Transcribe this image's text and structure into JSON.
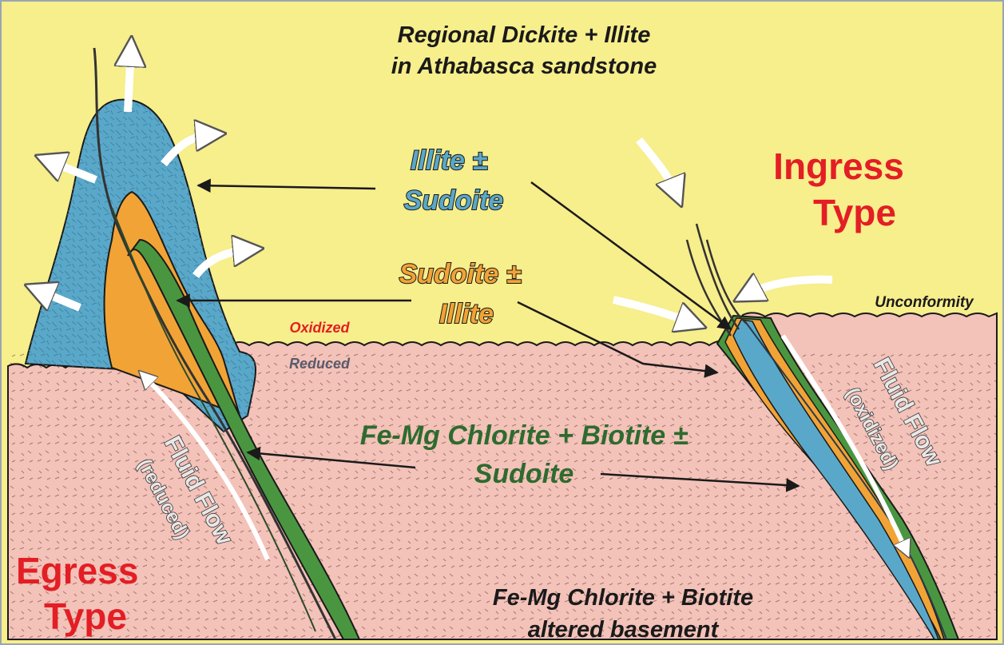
{
  "title_line1": "Regional Dickite + Illite",
  "title_line2": "in Athabasca sandstone",
  "ingress_line1": "Ingress",
  "ingress_line2": "Type",
  "egress_line1": "Egress",
  "egress_line2": "Type",
  "unconformity": "Unconformity",
  "oxidized": "Oxidized",
  "reduced": "Reduced",
  "illite_line1": "Illite ±",
  "illite_line2": "Sudoite",
  "sudoite_line1": "Sudoite ±",
  "sudoite_line2": "Illite",
  "femg_line1": "Fe-Mg Chlorite + Biotite ±",
  "femg_line2": "Sudoite",
  "fluid_flow_left": "Fluid Flow",
  "fluid_flow_left_sub": "(reduced)",
  "fluid_flow_right": "Fluid Flow",
  "fluid_flow_right_sub": "(oxidized)",
  "basement_line1": "Fe-Mg Chlorite + Biotite",
  "basement_line2": "altered basement",
  "colors": {
    "sandstone": "#f7ee8c",
    "basement": "#f3c2b9",
    "illite_zone": "#5aa8c9",
    "sudoite_zone": "#f2a336",
    "chlorite_zone": "#4a9640",
    "red_label": "#e31e24",
    "dark_green_label": "#2e6b2f",
    "frame": "#9aa6b2"
  }
}
